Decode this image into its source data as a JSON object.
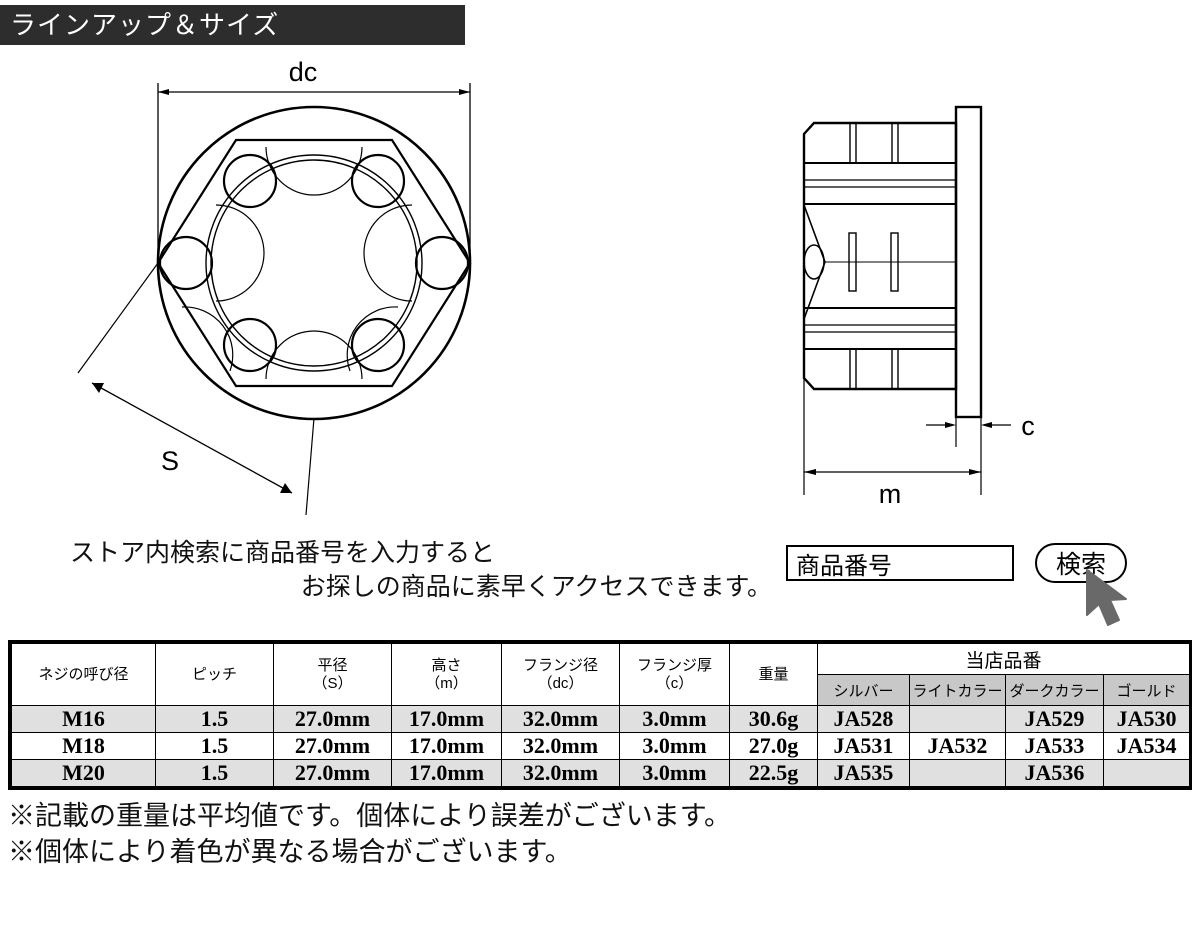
{
  "header": {
    "title": "ラインアップ＆サイズ",
    "background_color": "#2d2d2d",
    "text_color": "#ffffff"
  },
  "drawings": {
    "top_view": {
      "name": "flange-nut-top-view",
      "labels": {
        "dc": "dc",
        "s": "S"
      }
    },
    "side_view": {
      "name": "flange-nut-side-view",
      "labels": {
        "c": "c",
        "m": "m"
      }
    }
  },
  "instruction": {
    "line1": "ストア内検索に商品番号を入力すると",
    "line2": "お探しの商品に素早くアクセスできます。"
  },
  "search": {
    "field_value": "商品番号",
    "button_label": "検索",
    "cursor": "mouse-pointer"
  },
  "table": {
    "headers": {
      "thread_size": "ネジの呼び径",
      "pitch": "ピッチ",
      "flat_diameter_main": "平径",
      "flat_diameter_sub": "（S）",
      "height_main": "高さ",
      "height_sub": "（m）",
      "flange_dia_main": "フランジ径",
      "flange_dia_sub": "（dc）",
      "flange_thick_main": "フランジ厚",
      "flange_thick_sub": "（c）",
      "weight": "重量",
      "part_number_group": "当店品番",
      "color_silver": "シルバー",
      "color_light": "ライトカラー",
      "color_dark": "ダークカラー",
      "color_gold": "ゴールド"
    },
    "rows": [
      {
        "thread_size": "M16",
        "pitch": "1.5",
        "flat_diameter": "27.0mm",
        "height": "17.0mm",
        "flange_dia": "32.0mm",
        "flange_thick": "3.0mm",
        "weight": "30.6g",
        "silver": "JA528",
        "light": "",
        "dark": "JA529",
        "gold": "JA530",
        "shaded": true
      },
      {
        "thread_size": "M18",
        "pitch": "1.5",
        "flat_diameter": "27.0mm",
        "height": "17.0mm",
        "flange_dia": "32.0mm",
        "flange_thick": "3.0mm",
        "weight": "27.0g",
        "silver": "JA531",
        "light": "JA532",
        "dark": "JA533",
        "gold": "JA534",
        "shaded": false
      },
      {
        "thread_size": "M20",
        "pitch": "1.5",
        "flat_diameter": "27.0mm",
        "height": "17.0mm",
        "flange_dia": "32.0mm",
        "flange_thick": "3.0mm",
        "weight": "22.5g",
        "silver": "JA535",
        "light": "",
        "dark": "JA536",
        "gold": "",
        "shaded": true
      }
    ]
  },
  "notes": {
    "note1": "※記載の重量は平均値です。個体により誤差がございます。",
    "note2": "※個体により着色が異なる場合がございます。"
  }
}
